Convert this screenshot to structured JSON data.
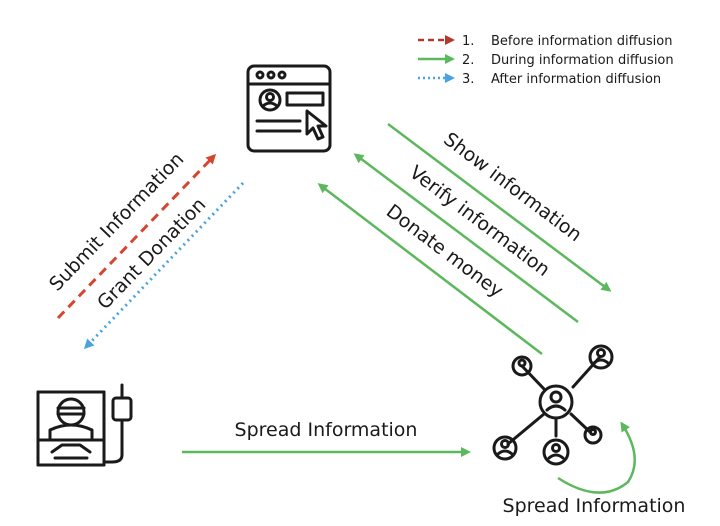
{
  "legend": [
    {
      "number": "1.",
      "text": "Before information diffusion",
      "style": "dashed",
      "color": "#b03a2e"
    },
    {
      "number": "2.",
      "text": "During information diffusion",
      "style": "solid",
      "color": "#58b65a"
    },
    {
      "number": "3.",
      "text": "After information diffusion",
      "style": "dotted",
      "color": "#4aa3df"
    }
  ],
  "arrows": {
    "submit_information": "Submit Information",
    "grant_donation": "Grant Donation",
    "show_information": "Show information",
    "verify_information": "Verify information",
    "donate_money": "Donate money",
    "spread_information": "Spread Information",
    "spread_information_loop": "Spread Information"
  },
  "icons": {
    "platform": "crowdfunding-platform-icon",
    "patient": "patient-bed-icon",
    "network": "social-network-icon"
  },
  "colors": {
    "before": "#d6452f",
    "during": "#5cb85c",
    "after": "#4aa3df",
    "ink": "#1a1a1a"
  }
}
